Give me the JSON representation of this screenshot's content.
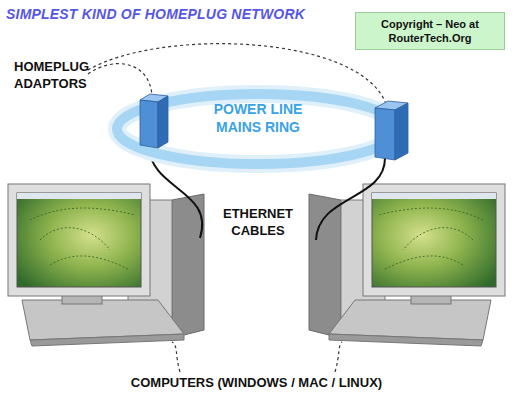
{
  "diagram": {
    "title": "SIMPLEST KIND OF HOMEPLUG NETWORK",
    "nodes": [
      {
        "text": [
          "Copyright – Neo at RouterTech.Org"
        ]
      },
      {
        "text": [
          "POWER LINE MAINS RING"
        ]
      }
    ],
    "labels": [
      "HOMEPLUG ADAPTORS",
      "ETHERNET CABLES",
      "COMPUTERS (WINDOWS / MAC / LINUX)"
    ]
  }
}
